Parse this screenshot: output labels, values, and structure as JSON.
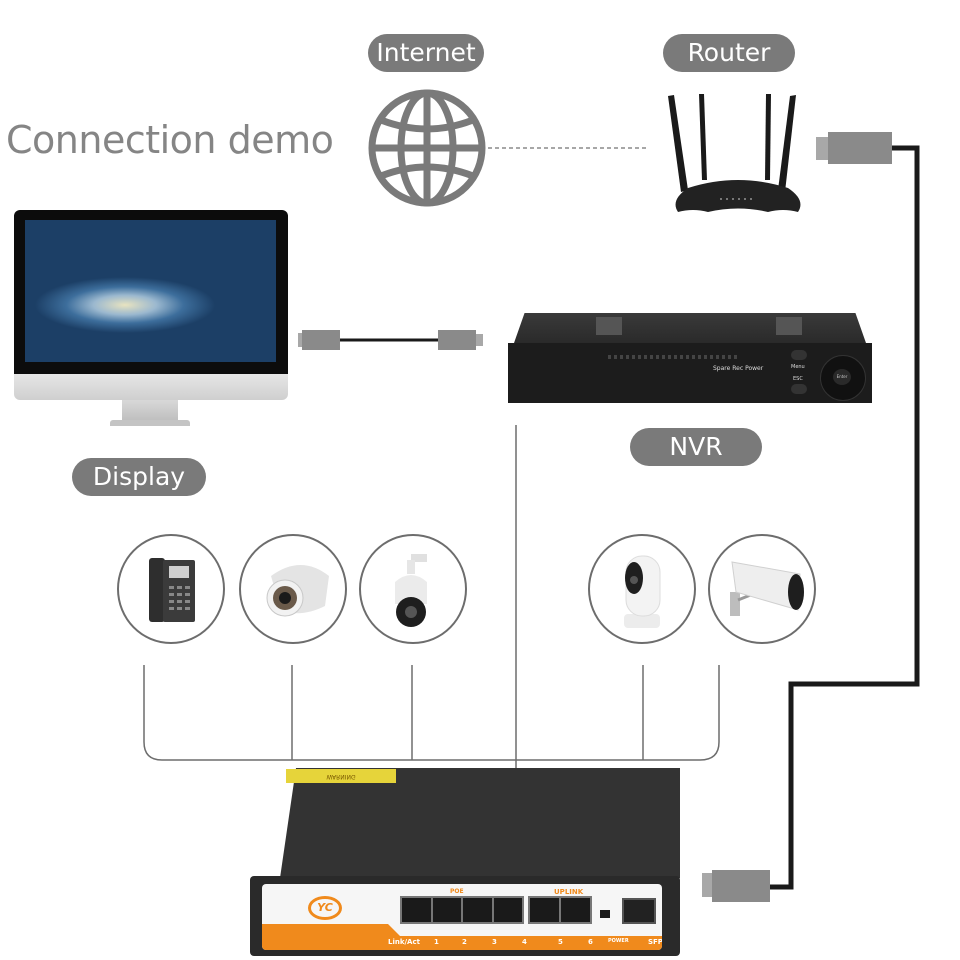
{
  "title": "Connection demo",
  "labels": {
    "internet": "Internet",
    "router": "Router",
    "display": "Display",
    "nvr": "NVR"
  },
  "nvr_panel": {
    "indicators": [
      "Spare",
      "Rec",
      "Power"
    ],
    "buttons": [
      "Menu",
      "ESC",
      "Enter"
    ]
  },
  "switch": {
    "brand_logo": "YC",
    "warning_label": "WARNING",
    "poe_group_label": "POE",
    "uplink_group_label": "UPLINK",
    "link_act_label": "Link/Act",
    "port_numbers": [
      "1",
      "2",
      "3",
      "4",
      "5",
      "6"
    ],
    "power_label": "POWER",
    "sfp_label": "SFP"
  },
  "devices": [
    {
      "name": "ip-phone"
    },
    {
      "name": "dome-camera"
    },
    {
      "name": "ptz-camera"
    },
    {
      "name": "indoor-ptz-camera"
    },
    {
      "name": "bullet-camera"
    }
  ],
  "colors": {
    "pill": "#7a7a7a",
    "line": "#6d6d6d",
    "cable": "#1a1a1a",
    "plug": "#8a8a8a",
    "switch_accent": "#f08a1c",
    "switch_body": "#2c2c2c"
  }
}
